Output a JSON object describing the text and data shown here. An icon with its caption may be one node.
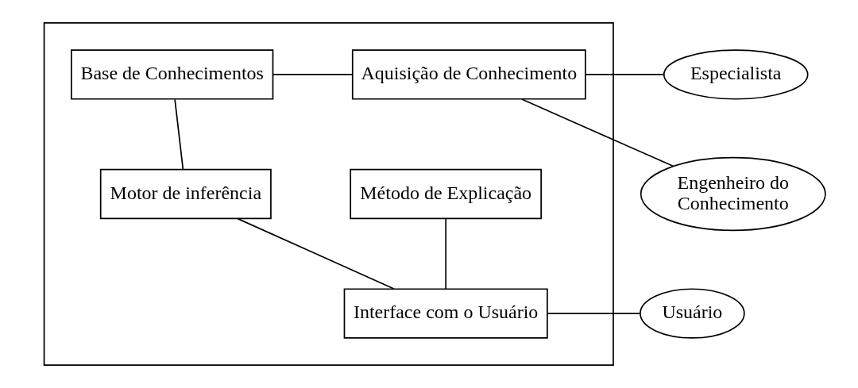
{
  "diagram": {
    "nodes": [
      {
        "text": [],
        "shape": "box"
      },
      {
        "text": [
          "Base de Conhecimentos"
        ],
        "in": 0
      },
      {
        "text": [
          "Aquisição de Conhecimento"
        ],
        "in": 0
      },
      {
        "text": [
          "Motor de inferência"
        ],
        "in": 0
      },
      {
        "text": [
          "Método de Explicação"
        ],
        "in": 0
      },
      {
        "text": [
          "Interface com o Usuário"
        ],
        "in": 0
      },
      {
        "text": [
          "Especialista"
        ]
      },
      {
        "text": [
          "Engenheiro do Conhecimento"
        ]
      },
      {
        "text": [
          "Usuário"
        ]
      }
    ],
    "edges": [
      {
        "from": 1,
        "to": 2,
        "arrow": "none"
      },
      {
        "from": 1,
        "to": 3,
        "arrow": "none"
      },
      {
        "from": 3,
        "to": 5,
        "arrow": "none"
      },
      {
        "from": 4,
        "to": 5,
        "arrow": "none"
      },
      {
        "from": 2,
        "to": 6,
        "arrow": "none"
      },
      {
        "from": 2,
        "to": 7,
        "arrow": "none"
      },
      {
        "from": 5,
        "to": 8,
        "arrow": "none"
      }
    ]
  }
}
